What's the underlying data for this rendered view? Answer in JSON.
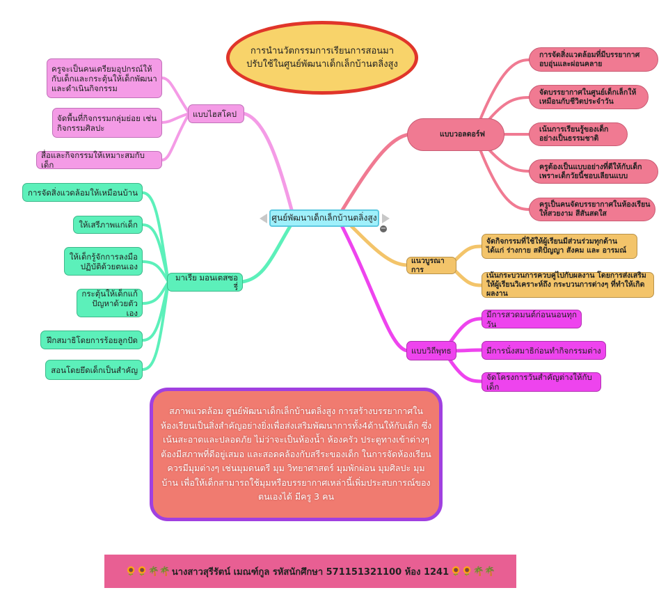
{
  "title": "การนำนวัตกรรมการเรียนการสอนมาปรับใช้ในศูนย์พัฒนาเด็กเล็กบ้านตลิ่งสูง",
  "title_lines": [
    "การนำนวัตกรรมการเรียนการสอนมา",
    "ปรับใช้ในศูนย์พัฒนาเด็กเล็กบ้านตลิ่งสูง"
  ],
  "center": "ศูนย์พัฒนาเด็กเล็กบ้านตลิ่งสูง",
  "branches": {
    "highscope": {
      "label": "แบบไฮสโคป",
      "children": [
        "ครูจะเป็นคนเตรียมอุปกรณ์ให้กับเด็กและกระตุ้นให้เด็กพัฒนาและดำเนินกิจกรรม",
        "จัดพื้นที่กิจกรรมกลุ่มย่อย เช่น กิจกรรมศิลปะ",
        "สื่อและกิจกรรมให้เหมาะสมกับเด็ก"
      ]
    },
    "montessori": {
      "label": "มาเรีย มอนเตสซอรี่",
      "children": [
        "การจัดสิ่งแวดล้อมให้เหมือนบ้าน",
        "ให้เสรีภาพแก่เด็ก",
        "ให้เด็กรู้จักการลงมือปฏิบัติด้วยตนเอง",
        "กระตุ้นให้เด็กแก้ปัญหาด้วยตัวเอง",
        "ฝึกสมาธิโดยการร้อยลูกปัด",
        "สอนโดยยึดเด็กเป็นสำคัญ"
      ]
    },
    "waldorf": {
      "label": "แบบวอลดอร์ฟ",
      "children": [
        "การจัดสิ่งแวดล้อมที่มีบรรยากาศอบอุ่นและผ่อนคลาย",
        "จัดบรรยากาศในศูนย์เด็กเล็กให้เหมือนกับชีวิตประจำวัน",
        "เน้นการเรียนรู้ของเด็กอย่างเป็นธรรมชาติ",
        "ครูต้องเป็นแบบอย่างที่ดีให้กับเด็กเพราะเด็กวัยนี้ชอบเลียนแบบ",
        "ครูเป็นคนจัดบรรยากาศในห้องเรียนให้สวยงาม สีสันสดใส"
      ]
    },
    "integrated": {
      "label": "แนวบูรณาการ",
      "children": [
        "จัดกิจกรรมที่ใช้ให้ผู้เรียนมีส่วนร่วมทุกด้าน ได้แก่ ร่างกาย สติปัญญา สังคม และ อารมณ์",
        "เน้นกระบวนการควบคู่ไปกับผลงาน โดยการส่งเสริมให้ผู้เรียนวิเคราะห์ถึง กระบวนการต่างๆ ที่ทำให้เกิดผลงาน"
      ]
    },
    "buddhist": {
      "label": "แบบวิถีพุทธ",
      "children": [
        "มีการสวดมนต์ก่อนนอนทุกวัน",
        "มีการนั่งสมาธิก่อนทำกิจกรรมต่าง",
        "จัดโครงการวันสำคัญต่างให้กับเด็ก"
      ]
    }
  },
  "description": "สภาพแวดล้อม ศูนย์พัฒนาเด็กเล็กบ้านตลิ่งสูง การสร้างบรรยากาศในห้องเรียนเป็นสิ่งสำคัญอย่างยิ่งเพื่อส่งเสริมพัฒนาการทั้ง4ด้านให้กับเด็ก ซึ่งเน้นสะอาดและปลอดภัย ไม่ว่าจะเป็นห้องน้ำ ห้องครัว ประตูทางเข้าต่างๆ ต้องมีสภาพที่ดีอยู่เสมอ และสอดคล้องกับสรีระของเด็ก ในการจัดห้องเรียนควรมีมุมต่างๆ เช่นมุมดนตรี มุม วิทยาศาสตร์ มุมพักผ่อน มุมศิลปะ มุมบ้าน เพื่อให้เด็กสามารถใช้มุมหรือบรรยากาศเหล่านี้เพิ่มประสบการณ์ของตนเองได้ มีครู 3 คน",
  "footer": {
    "text": "นางสาวสุรีรัตน์ เมณฑ์กูล รหัสนักศึกษา 571151321100 ห้อง 1241",
    "decor": "🌻🌻🌴🌴"
  },
  "colors": {
    "highscope": "#f49be6",
    "montessori": "#5cf0ba",
    "waldorf": "#f07a92",
    "integrated": "#f3c46a",
    "buddhist": "#ee44ee"
  }
}
